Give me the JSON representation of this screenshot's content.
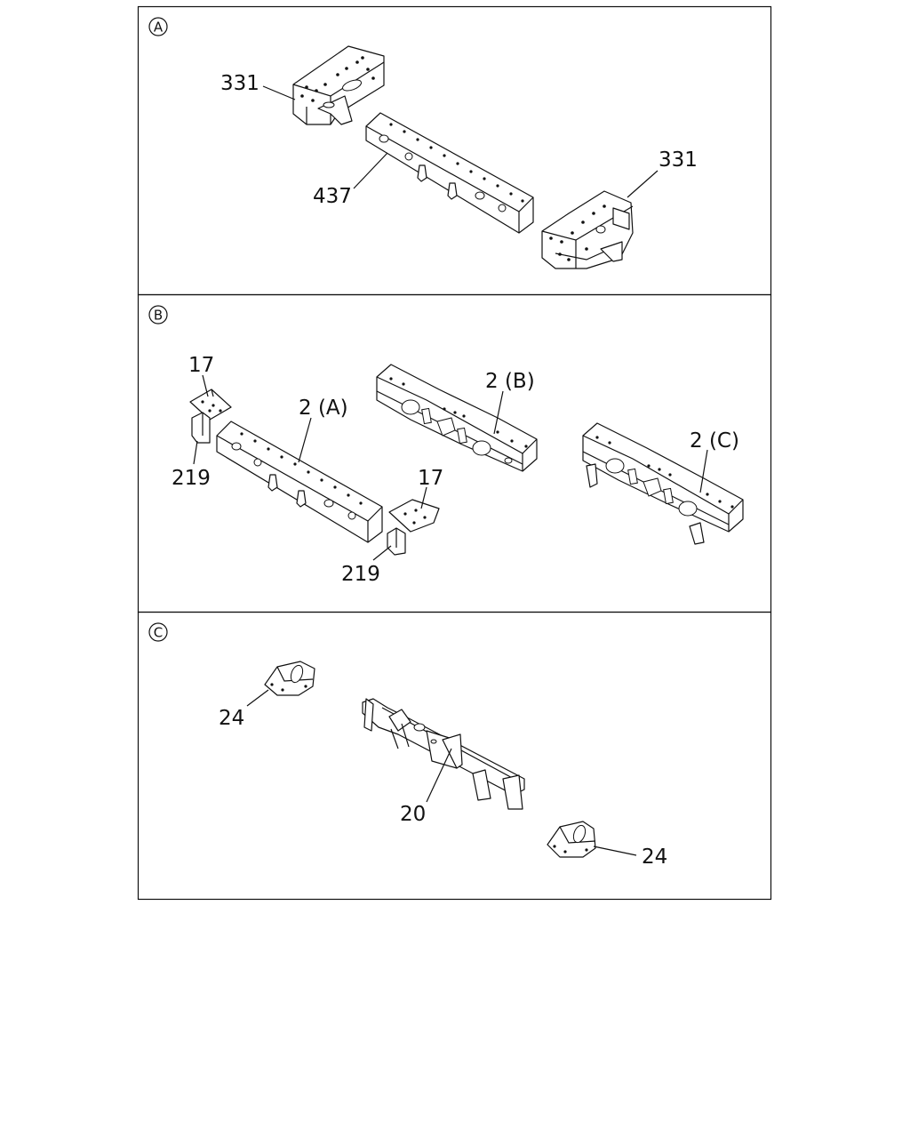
{
  "panels": [
    {
      "badge": "A",
      "labels": [
        "331",
        "437",
        "331"
      ]
    },
    {
      "badge": "B",
      "labels": [
        "17",
        "2 (A)",
        "2 (B)",
        "2 (C)",
        "219",
        "17",
        "219"
      ]
    },
    {
      "badge": "C",
      "labels": [
        "24",
        "20",
        "24"
      ]
    }
  ]
}
